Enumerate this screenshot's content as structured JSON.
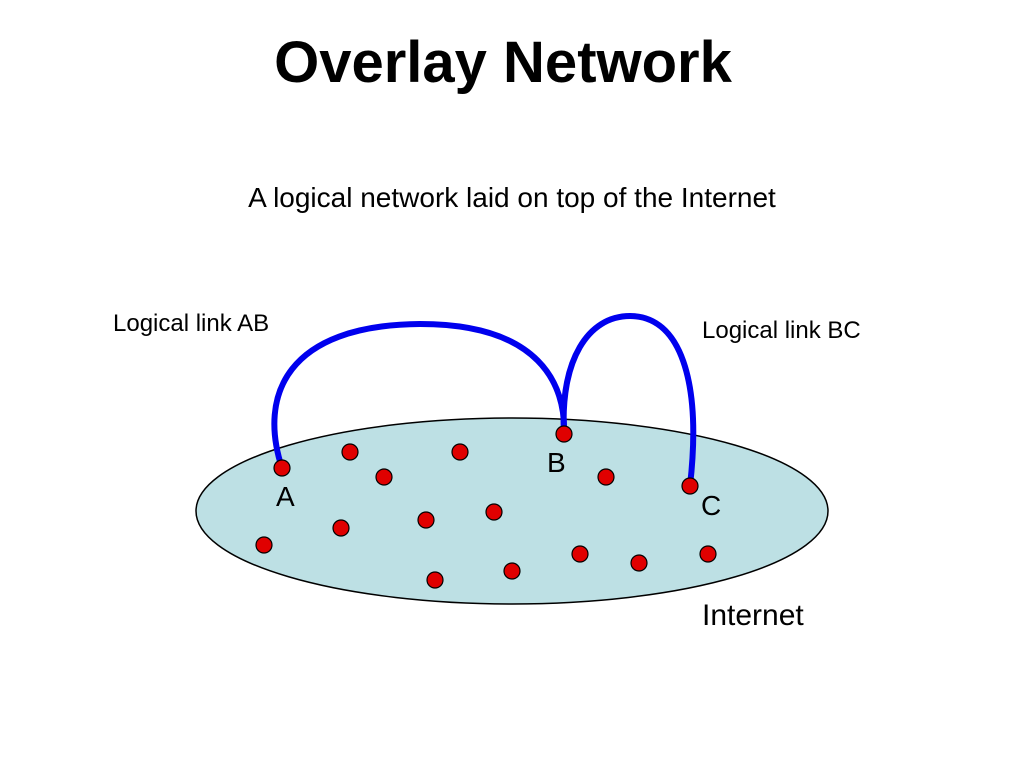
{
  "slide": {
    "title": "Overlay Network",
    "subtitle": "A logical network laid on top of the Internet"
  },
  "diagram": {
    "link_ab_label": "Logical link AB",
    "link_bc_label": "Logical link BC",
    "node_a_label": "A",
    "node_b_label": "B",
    "node_c_label": "C",
    "cloud_label": "Internet"
  },
  "colors": {
    "cloud_fill": "#bde0e4",
    "node_fill": "#e00000",
    "link_stroke": "#0000ee"
  }
}
